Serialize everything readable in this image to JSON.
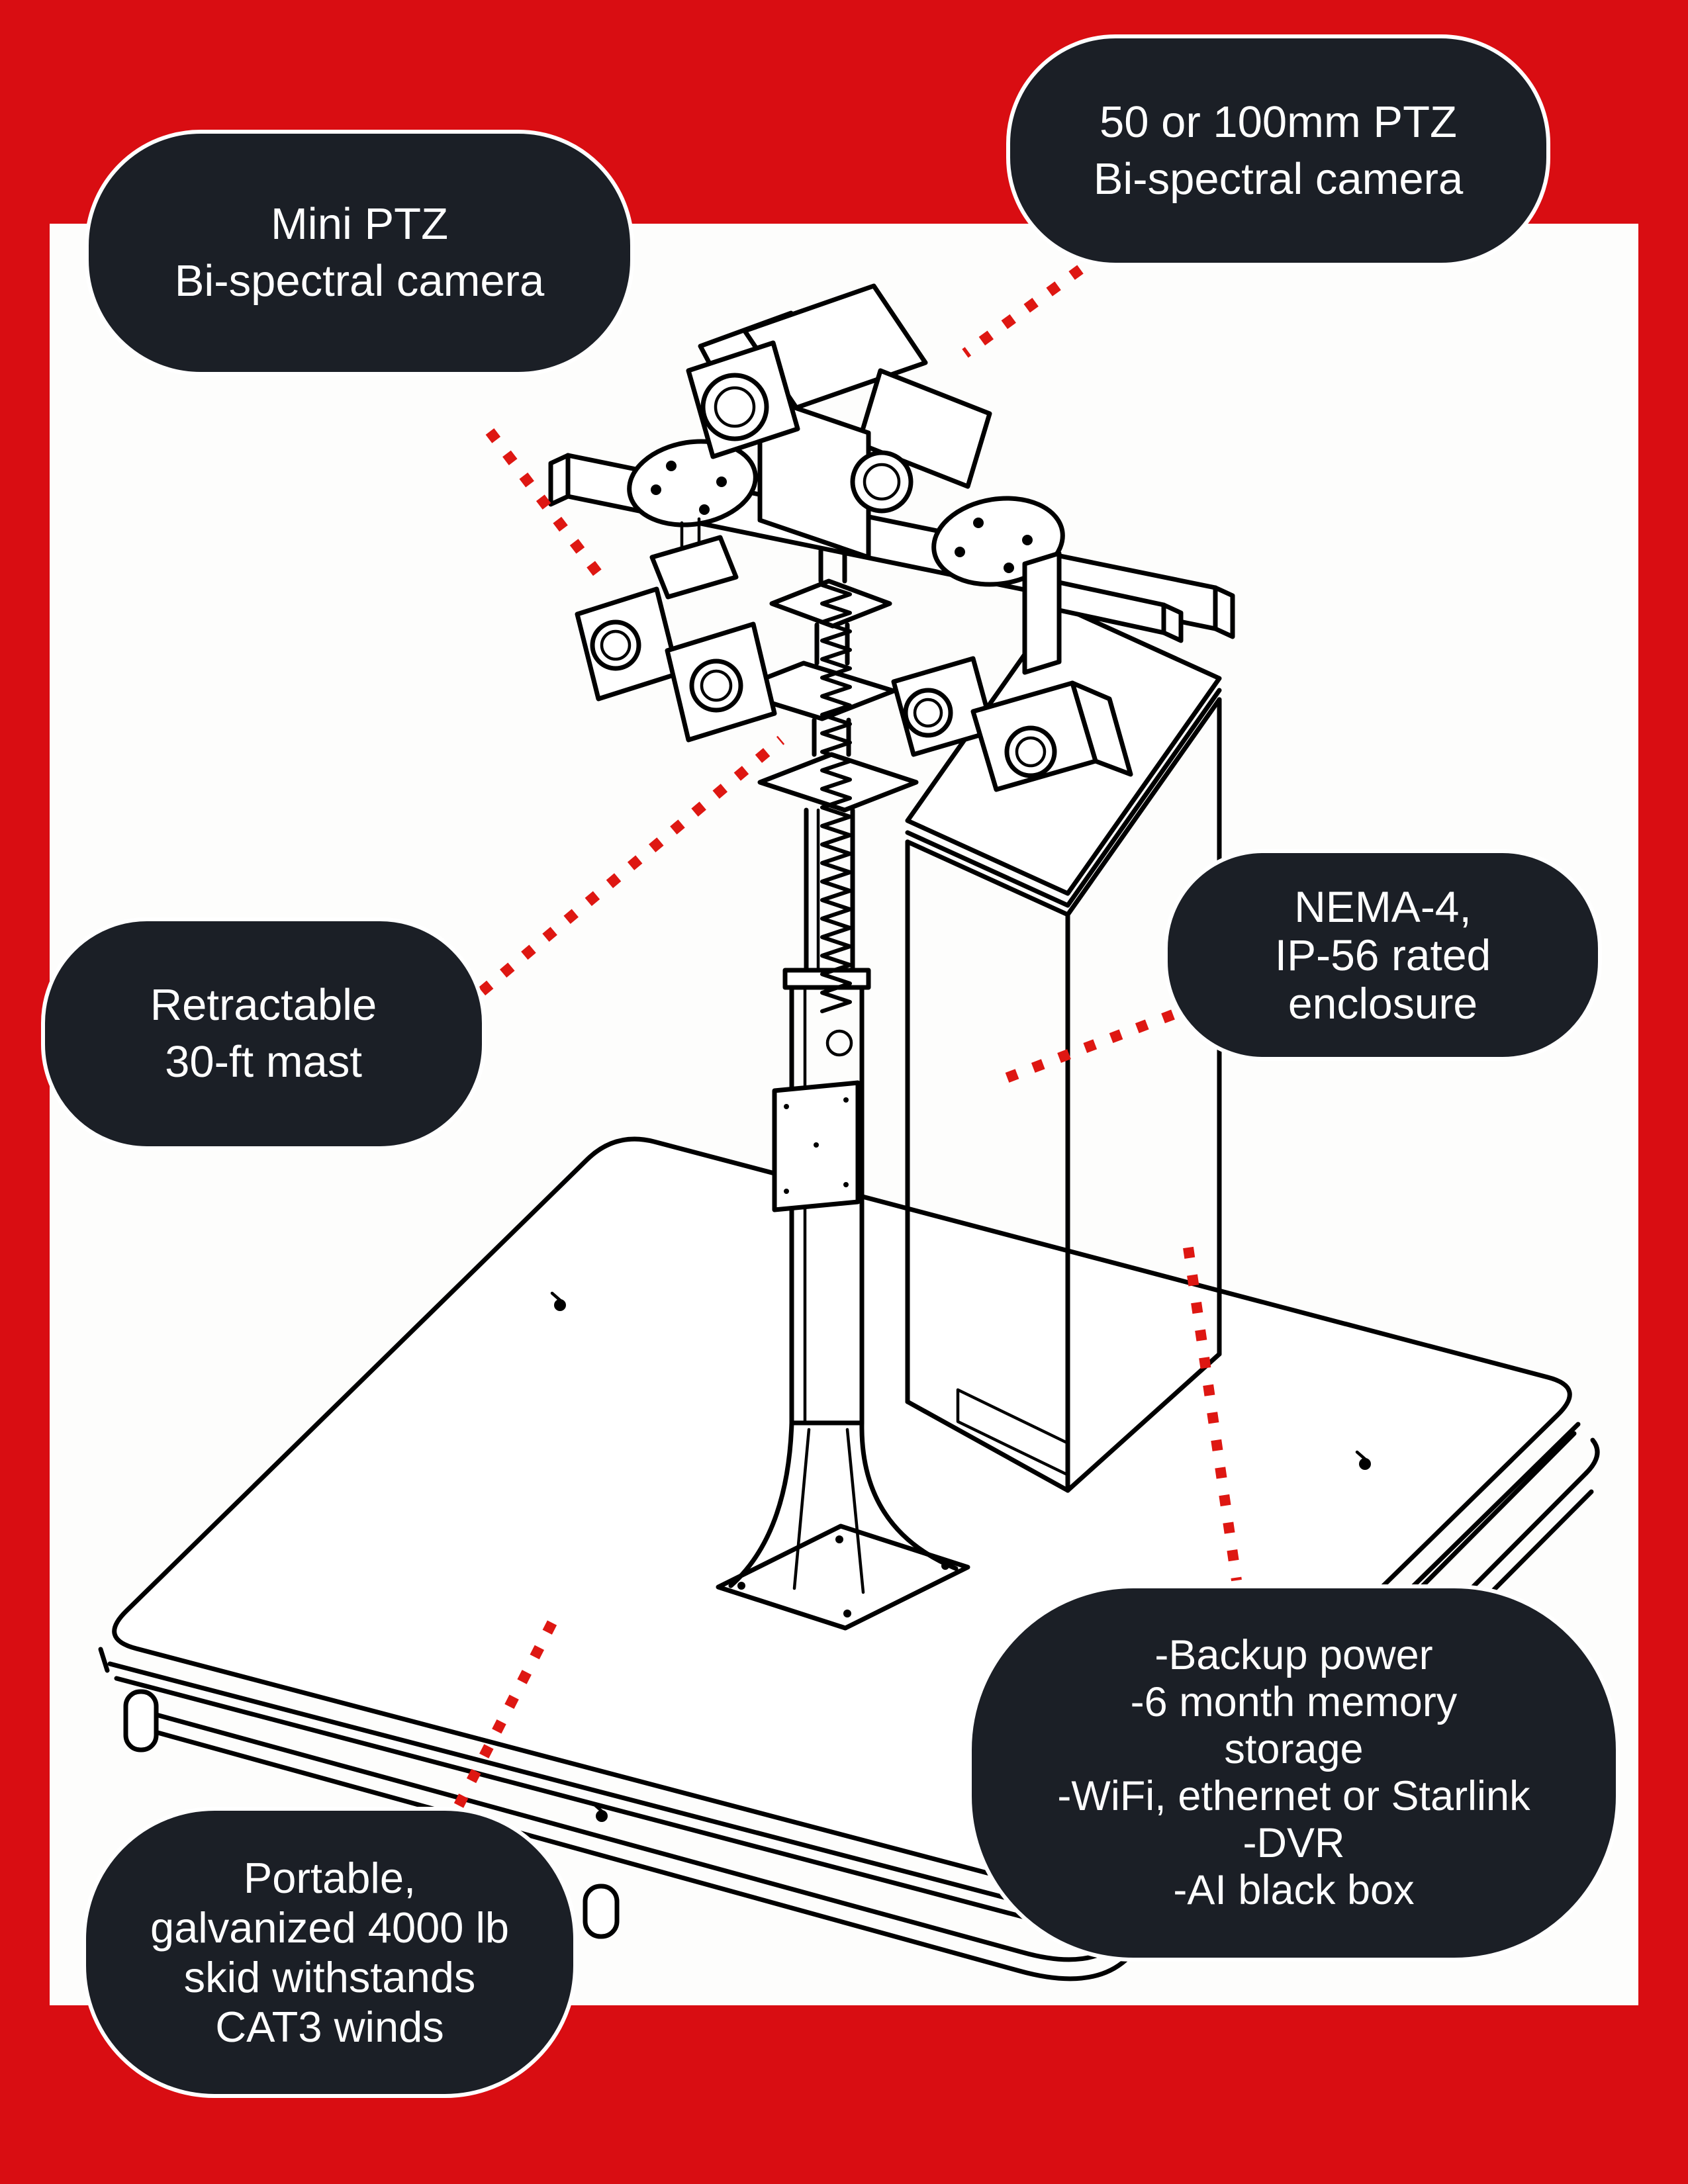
{
  "page": {
    "background_color": "#d90d12",
    "panel_color": "#fdfdfc",
    "bubble_color": "#1b1f26",
    "bubble_outline": "#ffffff",
    "connector_color": "#de1712",
    "line_art_color": "#000000"
  },
  "callouts": [
    {
      "id": "camera-50-100mm",
      "lines": [
        "50 or 100mm PTZ",
        "Bi-spectral camera"
      ]
    },
    {
      "id": "mini-ptz",
      "lines": [
        "Mini PTZ",
        "Bi-spectral camera"
      ]
    },
    {
      "id": "retractable-mast",
      "lines": [
        "Retractable",
        "30-ft mast"
      ]
    },
    {
      "id": "nema-enclosure",
      "lines": [
        "NEMA-4,",
        "IP-56 rated",
        "enclosure"
      ]
    },
    {
      "id": "system-features",
      "lines": [
        "-Backup power",
        "-6 month memory",
        "storage",
        "-WiFi, ethernet or Starlink",
        "-DVR",
        "-AI black box"
      ]
    },
    {
      "id": "skid",
      "lines": [
        "Portable,",
        "galvanized 4000 lb",
        "skid withstands",
        "CAT3 winds"
      ]
    }
  ],
  "diagram": {
    "subject": "Portable surveillance mast tower on galvanized skid",
    "style": "isometric black line drawing with red dotted callout connectors",
    "parts": [
      "bi-spectral PTZ cameras on crossbar",
      "mini PTZ cameras under round mounting plates",
      "telescoping retractable mast with coiled cable",
      "junction box on mast",
      "NEMA-4 equipment enclosure cabinet",
      "mast base plate with gussets",
      "skid platform with rim, runners, feet and bolts"
    ]
  }
}
